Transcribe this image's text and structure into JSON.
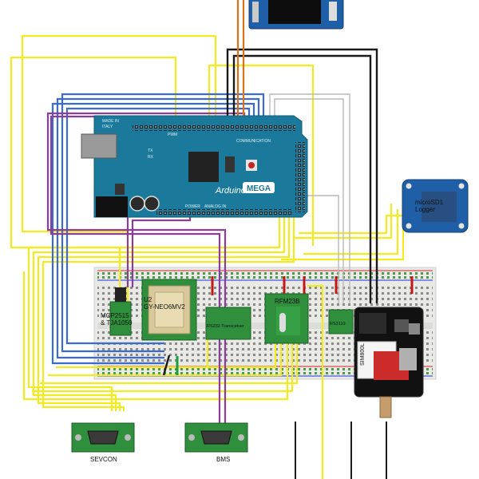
{
  "arduino": {
    "made_in": "MADE IN",
    "country": "ITALY",
    "brand": "Arduino",
    "model": "MEGA",
    "tx": "TX",
    "rx": "RX",
    "pwm": "PWM",
    "communication": "COMMUNICATION",
    "power": "POWER",
    "analog_in": "ANALOG IN"
  },
  "modules": {
    "can_transceiver": "MCP2515\n& TJA1050",
    "gps_ref": "U2",
    "gps": "GY-NEO6MV2",
    "rs232": "RS232 Transceiver",
    "rfm": "RFM23B",
    "level_shifter": "RS3110",
    "gsm": "SIM800L",
    "sd_logger": "microSD1\nLogger"
  },
  "connectors": {
    "sevcon": "SEVCON",
    "bms": "BMS"
  },
  "colors": {
    "yellow": "#f2ec1f",
    "blue": "#3a6bd1",
    "purple": "#8a3d9a",
    "black": "#1a1a1a",
    "orange": "#d9731a",
    "green": "#1b9e3e",
    "gray": "#b9b9b9",
    "board_teal": "#1b7a9b",
    "pcb_green": "#2f8f3c"
  }
}
